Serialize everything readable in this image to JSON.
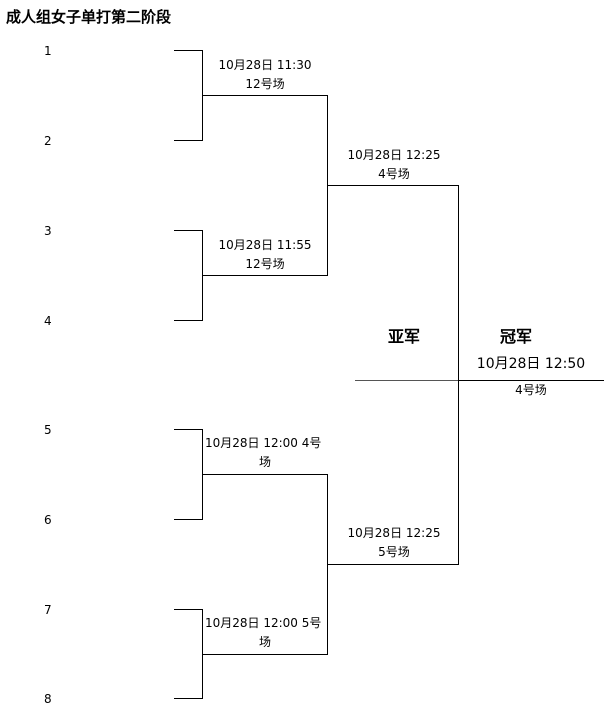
{
  "title": "成人组女子单打第二阶段",
  "seeds": [
    "1",
    "2",
    "3",
    "4",
    "5",
    "6",
    "7",
    "8"
  ],
  "round1": [
    {
      "time": "10月28日  11:30",
      "venue": "12号场"
    },
    {
      "time": "10月28日  11:55",
      "venue": "12号场"
    },
    {
      "time": "10月28日  12:00 4号",
      "venue": "场"
    },
    {
      "time": "10月28日  12:00 5号",
      "venue": "场"
    }
  ],
  "semis": [
    {
      "time": "10月28日 12:25",
      "venue": "4号场"
    },
    {
      "time": "10月28日 12:25",
      "venue": "5号场"
    }
  ],
  "final": {
    "runner_up": "亚军",
    "champion": "冠军",
    "time": "10月28日 12:50",
    "venue": "4号场"
  }
}
